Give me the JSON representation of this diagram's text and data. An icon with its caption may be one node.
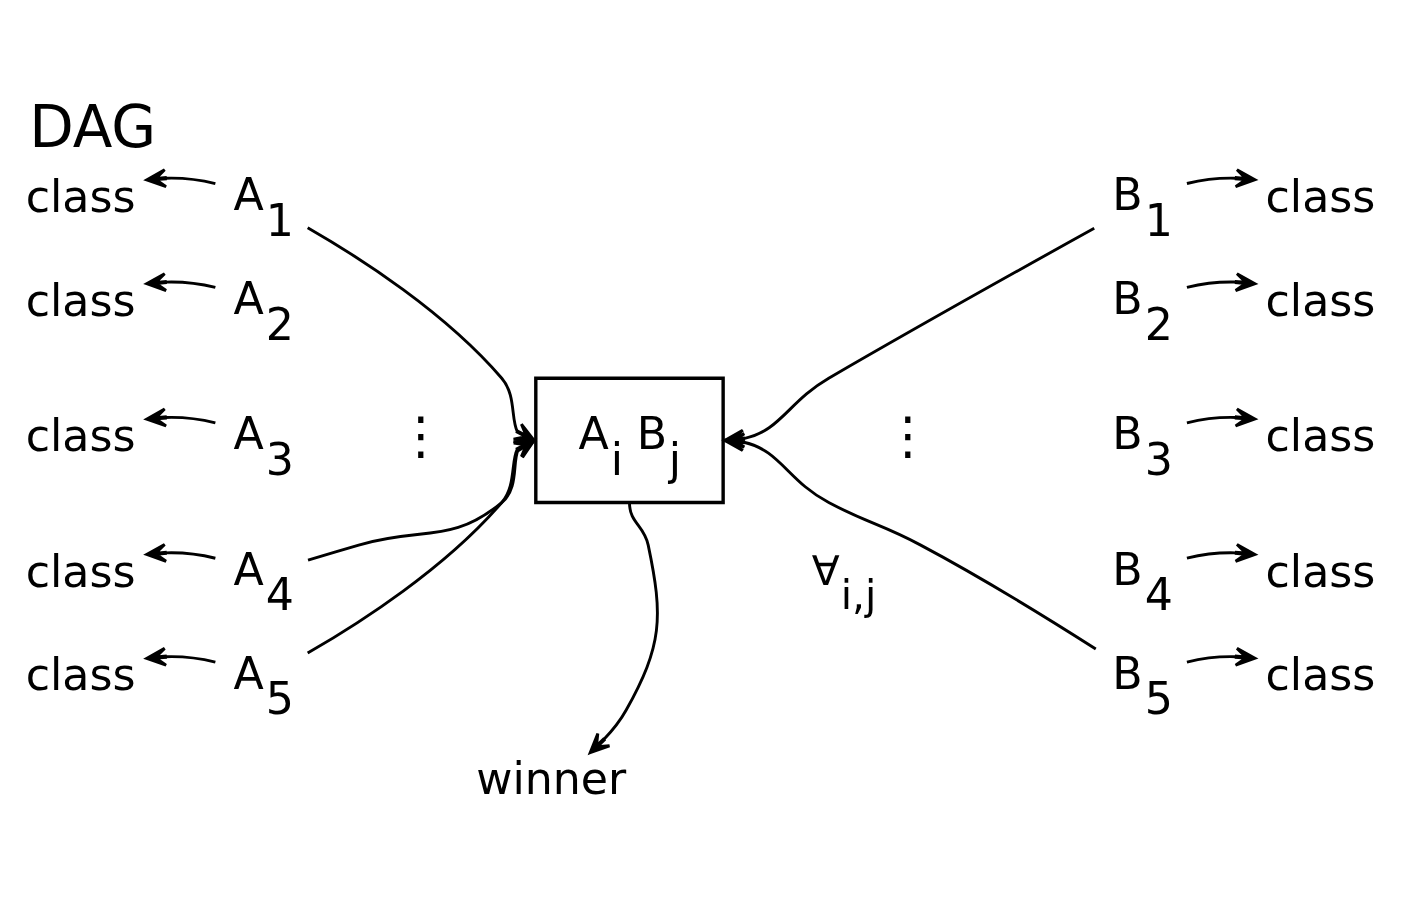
{
  "diagram": {
    "title": "DAG",
    "nodes": [
      {
        "text": [
          "class"
        ]
      },
      {
        "text": [
          "A$_{1}$"
        ]
      },
      {
        "text": [
          "class"
        ]
      },
      {
        "text": [
          "A$_{2}$"
        ]
      },
      {
        "text": [
          "class"
        ]
      },
      {
        "text": [
          "A$_{3}$"
        ]
      },
      {
        "text": [
          "class"
        ]
      },
      {
        "text": [
          "A$_{4}$"
        ]
      },
      {
        "text": [
          "class"
        ]
      },
      {
        "text": [
          "A$_{5}$"
        ]
      },
      {
        "text": [
          "A$_{i}$ B$_{j}$"
        ],
        "beside": [
          "∀$_{i,j}$"
        ]
      },
      {
        "text": [
          "B$_{1}$"
        ]
      },
      {
        "text": [
          "class"
        ]
      },
      {
        "text": [
          "B$_{2}$"
        ]
      },
      {
        "text": [
          "class"
        ]
      },
      {
        "text": [
          "B$_{3}$"
        ]
      },
      {
        "text": [
          "class"
        ]
      },
      {
        "text": [
          "B$_{4}$"
        ]
      },
      {
        "text": [
          "class"
        ]
      },
      {
        "text": [
          "B$_{5}$"
        ]
      },
      {
        "text": [
          "class"
        ]
      },
      {
        "text": [
          "winner"
        ]
      }
    ],
    "edges": [
      {
        "from": 1,
        "to": 0,
        "arrow": "to"
      },
      {
        "from": 3,
        "to": 2,
        "arrow": "to"
      },
      {
        "from": 5,
        "to": 4,
        "arrow": "to"
      },
      {
        "from": 7,
        "to": 6,
        "arrow": "to"
      },
      {
        "from": 9,
        "to": 8,
        "arrow": "to"
      },
      {
        "from": 1,
        "to": 10,
        "arrow": "to"
      },
      {
        "from": 7,
        "to": 10,
        "arrow": "to"
      },
      {
        "from": 9,
        "to": 10,
        "arrow": "to"
      },
      {
        "from": 11,
        "to": 10,
        "arrow": "to"
      },
      {
        "from": 19,
        "to": 10,
        "arrow": "to"
      },
      {
        "from": 11,
        "to": 12,
        "arrow": "to"
      },
      {
        "from": 13,
        "to": 14,
        "arrow": "to"
      },
      {
        "from": 15,
        "to": 16,
        "arrow": "to"
      },
      {
        "from": 17,
        "to": 18,
        "arrow": "to"
      },
      {
        "from": 19,
        "to": 20,
        "arrow": "to"
      },
      {
        "from": 10,
        "to": 21,
        "arrow": "to"
      }
    ],
    "labels": [
      "⋮",
      "⋮"
    ]
  }
}
